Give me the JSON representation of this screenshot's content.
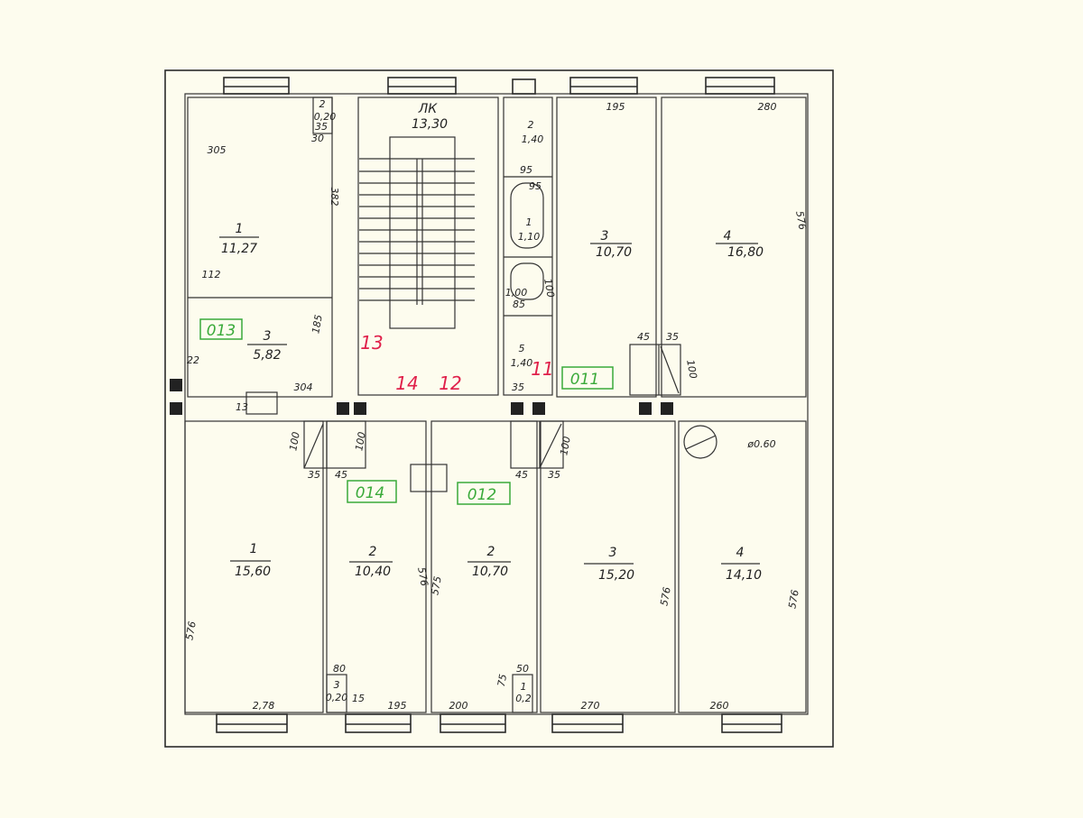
{
  "plan": {
    "rooms": [
      {
        "id": "top-left-1",
        "number": "1",
        "area": "11,27"
      },
      {
        "id": "top-left-3",
        "number": "3",
        "area": "5,82"
      },
      {
        "id": "top-left-2",
        "number": "2",
        "area": "0,20"
      },
      {
        "id": "stair",
        "number": "ЛК",
        "area": "13,30"
      },
      {
        "id": "bath-2",
        "number": "2",
        "area": "1,40"
      },
      {
        "id": "bath-1",
        "number": "1",
        "area": "1,10"
      },
      {
        "id": "bath-wc",
        "number": "",
        "area": "1,00"
      },
      {
        "id": "bath-5",
        "number": "5",
        "area": "1,40"
      },
      {
        "id": "top-right-3",
        "number": "3",
        "area": "10,70"
      },
      {
        "id": "top-right-4",
        "number": "4",
        "area": "16,80"
      },
      {
        "id": "bottom-1",
        "number": "1",
        "area": "15,60"
      },
      {
        "id": "bottom-2a",
        "number": "2",
        "area": "10,40"
      },
      {
        "id": "bottom-2b",
        "number": "2",
        "area": "10,70"
      },
      {
        "id": "bottom-3",
        "number": "3",
        "area": "15,20"
      },
      {
        "id": "bottom-4",
        "number": "4",
        "area": "14,10"
      },
      {
        "id": "closet-3",
        "number": "3",
        "area": "0,20"
      },
      {
        "id": "closet-1",
        "number": "1",
        "area": "0,2"
      }
    ],
    "dimensions": [
      "305",
      "382",
      "112",
      "185",
      "304",
      "22",
      "13",
      "35",
      "30",
      "195",
      "280",
      "576",
      "95",
      "95",
      "85",
      "35",
      "45",
      "35",
      "100",
      "100",
      "35",
      "45",
      "100",
      "45",
      "35",
      "100",
      "576",
      "2,78",
      "195",
      "200",
      "270",
      "260",
      "576",
      "575",
      "576",
      "576",
      "80",
      "50",
      "75",
      "15",
      "100"
    ],
    "red_labels": [
      "13",
      "14",
      "12",
      "11"
    ],
    "apartment_labels": [
      "013",
      "011",
      "014",
      "012"
    ],
    "chimney": "ø0.60",
    "colors": {
      "red": "#e0204a",
      "green": "#3aaa3a",
      "paper": "#fdfcee"
    }
  }
}
